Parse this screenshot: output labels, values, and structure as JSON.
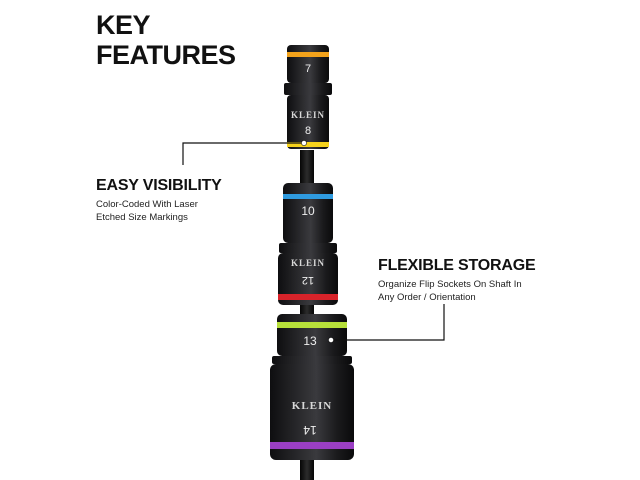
{
  "heading": {
    "line1": "KEY",
    "line2": "FEATURES"
  },
  "callouts": {
    "visibility": {
      "title": "EASY VISIBILITY",
      "desc_line1": "Color-Coded With Laser",
      "desc_line2": "Etched Size Markings"
    },
    "storage": {
      "title": "FLEXIBLE STORAGE",
      "desc_line1": "Organize Flip Sockets On Shaft In",
      "desc_line2": "Any Order / Orientation"
    }
  },
  "product": {
    "brand": "KLEIN",
    "sockets": [
      {
        "top_size": "7",
        "bottom_size": "8",
        "top_color": "#f2a21b",
        "bottom_color": "#f5d21c"
      },
      {
        "top_size": "10",
        "bottom_size": "12",
        "top_color": "#2f9be0",
        "bottom_color": "#d8232a"
      },
      {
        "top_size": "13",
        "bottom_size": "14",
        "top_color": "#b7e03a",
        "bottom_color": "#9b3fc4"
      }
    ]
  },
  "colors": {
    "text": "#111111",
    "socket_body": "#1c1c1e",
    "shaft": "#141414"
  }
}
